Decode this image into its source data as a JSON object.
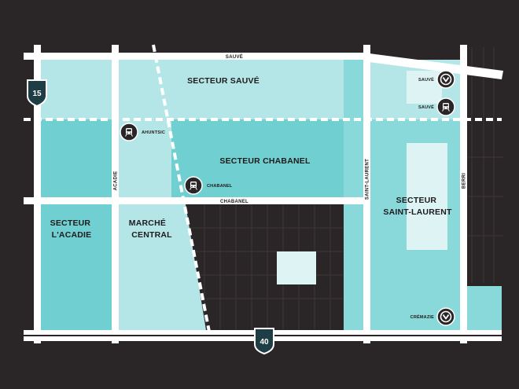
{
  "map": {
    "sectors": {
      "sauve": [
        "SECTEUR SAUVÉ"
      ],
      "chabanel": [
        "SECTEUR CHABANEL"
      ],
      "saint_laurent": [
        "SECTEUR",
        "SAINT-LAURENT"
      ],
      "acadie": [
        "SECTEUR",
        "L'ACADIE"
      ],
      "marche_central": [
        "MARCHÉ",
        "CENTRAL"
      ]
    },
    "streets": {
      "sauve": "SAUVÉ",
      "chabanel": "CHABANEL",
      "acadie": "ACADIE",
      "saint_laurent": "SAINT-LAURENT",
      "berri": "BERRI"
    },
    "stations": {
      "ahuntsic_train": "AHUNTSIC",
      "chabanel_train": "CHABANEL",
      "sauve_metro": "SAUVÉ",
      "sauve_train": "SAUVÉ",
      "cremazie_metro": "CRÉMAZIE"
    },
    "highways": {
      "a15": "15",
      "a40": "40"
    },
    "colors": {
      "background": "#2a2526",
      "sector_light": "#b5e6e7",
      "sector_medium": "#89d8da",
      "sector_dark": "#6fcfd1",
      "road": "#ffffff",
      "highway_shield": "#1f3d45",
      "icon_bg": "#2a2526"
    },
    "icons": {
      "train": "train-icon",
      "metro": "metro-icon",
      "shield": "highway-shield-icon"
    }
  }
}
